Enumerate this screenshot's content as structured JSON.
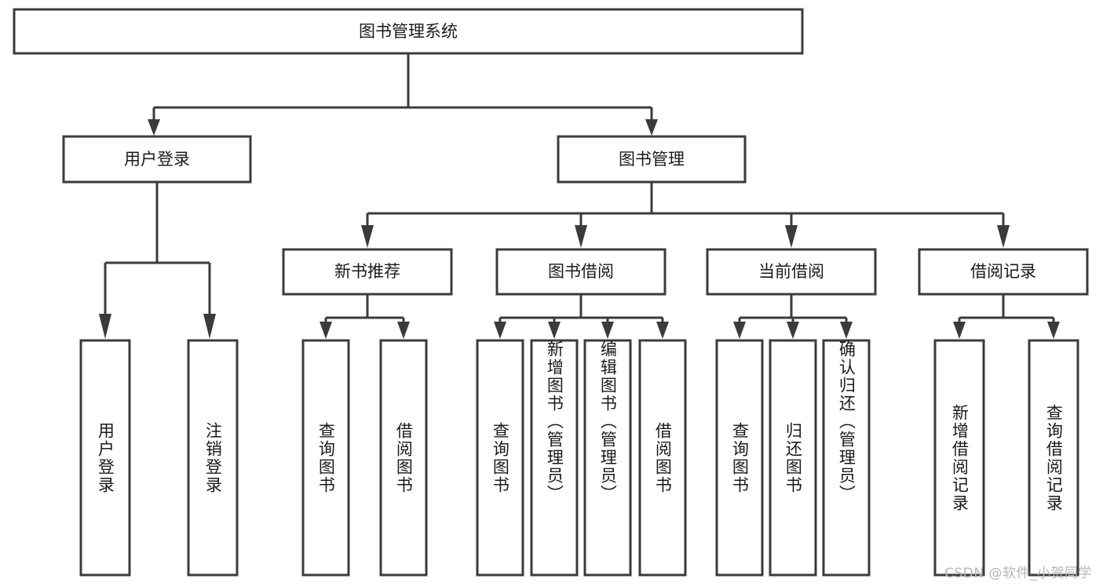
{
  "diagram": {
    "type": "tree-hierarchy-chart",
    "title": "图书管理系统",
    "watermark": "CSDN @软件_小贺同学",
    "colors": {
      "box_stroke": "#3b3b3b",
      "box_fill": "#ffffff",
      "connector": "#3b3b3b",
      "text": "#1a1a1a",
      "watermark": "#b6b6b6",
      "background": "#ffffff"
    },
    "root": {
      "label": "图书管理系统"
    },
    "level2": [
      {
        "id": "user-login",
        "label": "用户登录"
      },
      {
        "id": "book-management",
        "label": "图书管理"
      }
    ],
    "level3": [
      {
        "id": "new-book-recommend",
        "label": "新书推荐",
        "parent": "book-management"
      },
      {
        "id": "book-borrow",
        "label": "图书借阅",
        "parent": "book-management"
      },
      {
        "id": "current-borrow",
        "label": "当前借阅",
        "parent": "book-management"
      },
      {
        "id": "borrow-record",
        "label": "借阅记录",
        "parent": "book-management"
      }
    ],
    "leaves": {
      "user-login": [
        {
          "id": "leaf-user-login",
          "label": "用户登录"
        },
        {
          "id": "leaf-user-logout",
          "label": "注销登录"
        }
      ],
      "new-book-recommend": [
        {
          "id": "leaf-query-book-1",
          "label": "查询图书"
        },
        {
          "id": "leaf-borrow-book-1",
          "label": "借阅图书"
        }
      ],
      "book-borrow": [
        {
          "id": "leaf-query-book-2",
          "label": "查询图书"
        },
        {
          "id": "leaf-add-book",
          "label": "新增图书（管理员）"
        },
        {
          "id": "leaf-edit-book",
          "label": "编辑图书（管理员）"
        },
        {
          "id": "leaf-borrow-book-2",
          "label": "借阅图书"
        }
      ],
      "current-borrow": [
        {
          "id": "leaf-query-book-3",
          "label": "查询图书"
        },
        {
          "id": "leaf-return-book",
          "label": "归还图书"
        },
        {
          "id": "leaf-confirm-return",
          "label": "确认归还（管理员）"
        }
      ],
      "borrow-record": [
        {
          "id": "leaf-add-record",
          "label": "新增借阅记录"
        },
        {
          "id": "leaf-query-record",
          "label": "查询借阅记录"
        }
      ]
    }
  }
}
